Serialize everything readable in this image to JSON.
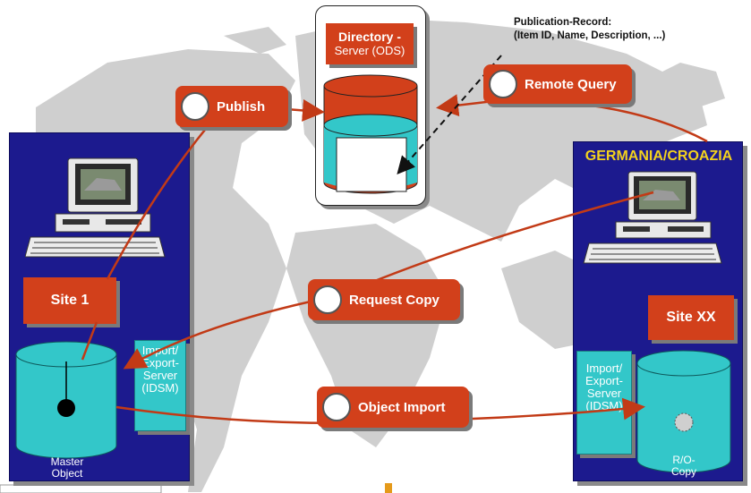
{
  "publication_record": {
    "line1": "Publication-Record:",
    "line2": "(Item ID, Name, Description, ...)"
  },
  "directory_server": {
    "line1": "Directory -",
    "line2": "Server (ODS)"
  },
  "actions": {
    "publish": "Publish",
    "remote_query": "Remote Query",
    "request_copy": "Request Copy",
    "object_import": "Object Import"
  },
  "site1": {
    "label": "Site 1",
    "import_export": [
      "Import/",
      "Export-",
      "Server",
      "(IDSM)"
    ],
    "db_caption": [
      "Master",
      "Object"
    ]
  },
  "site_xx": {
    "country": "GERMANIA/CROAZIA",
    "label": "Site XX",
    "import_export": [
      "Import/",
      "Export-",
      "Server",
      "(IDSM)"
    ],
    "db_caption": [
      "R/O-",
      "Copy"
    ]
  },
  "colors": {
    "panel": "#1c1a8e",
    "label": "#d2401b",
    "cyan": "#33c7c9",
    "country": "#f3d21d",
    "arrow": "#c23a16"
  }
}
